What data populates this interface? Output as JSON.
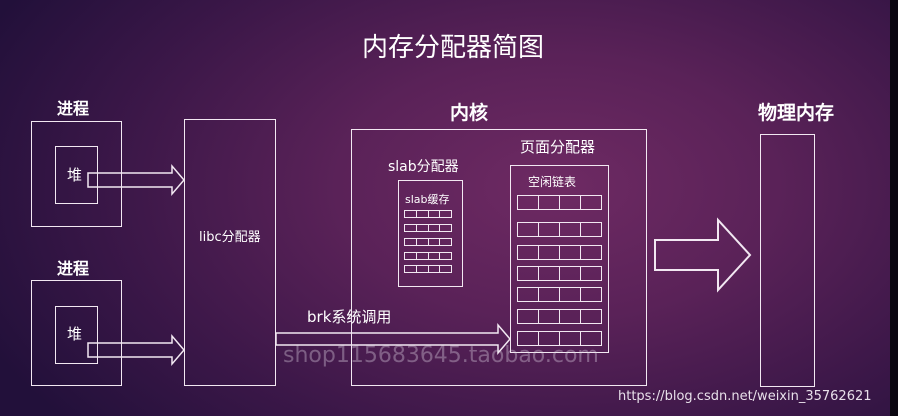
{
  "title": "内存分配器简图",
  "process_label": "进程",
  "heap_label": "堆",
  "libc_label": "libc分配器",
  "brk_label": "brk系统调用",
  "kernel_label": "内核",
  "slab_allocator_label": "slab分配器",
  "slab_cache_label": "slab缓存",
  "page_allocator_label": "页面分配器",
  "free_list_label": "空闲链表",
  "physical_memory_label": "物理内存",
  "watermark": "shop115683645.taobao.com",
  "source_url": "https://blog.csdn.net/weixin_35762621"
}
